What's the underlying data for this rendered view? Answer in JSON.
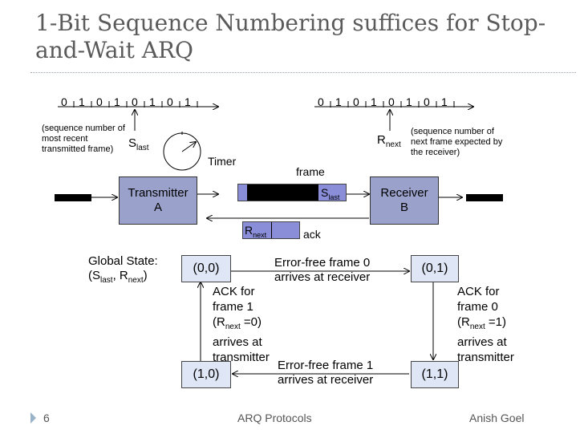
{
  "slide": {
    "title": "1-Bit Sequence Numbering suffices for Stop-and-Wait ARQ",
    "page_number": "6",
    "footer_center": "ARQ Protocols",
    "footer_right": "Anish Goel"
  },
  "top": {
    "left_sequence": [
      "0",
      "1",
      "0",
      "1",
      "0",
      "1",
      "0",
      "1"
    ],
    "right_sequence": [
      "0",
      "1",
      "0",
      "1",
      "0",
      "1",
      "0",
      "1"
    ],
    "left_note": "(sequence number of most recent transmitted frame)",
    "right_note": "(sequence number of next frame expected by the receiver)",
    "s_main": "S",
    "s_sub": "last",
    "r_main": "R",
    "r_sub": "next",
    "timer_label": "Timer",
    "frame_label": "frame",
    "ack_label": "ack",
    "transmitter_line1": "Transmitter",
    "transmitter_line2": "A",
    "receiver_line1": "Receiver",
    "receiver_line2": "B"
  },
  "state_diagram": {
    "global_state_line1": "Global State:",
    "global_state_open": "(S",
    "global_state_sub1": "last",
    "global_state_mid": ", R",
    "global_state_sub2": "next",
    "global_state_close": ")",
    "states": [
      "(0,0)",
      "(0,1)",
      "(1,0)",
      "(1,1)"
    ],
    "top_edge_line1": "Error-free frame 0",
    "top_edge_line2": "arrives at receiver",
    "bottom_edge_line1": "Error-free frame 1",
    "bottom_edge_line2": "arrives at receiver",
    "left_edge": {
      "line1": "ACK for",
      "line2": "frame 1",
      "line3_open": "(R",
      "line3_sub": "next",
      "line3_close": " =0)",
      "line4": "arrives at",
      "line5": "transmitter"
    },
    "right_edge": {
      "line1": "ACK for",
      "line2": "frame 0",
      "line3_open": "(R",
      "line3_sub": "next",
      "line3_close": " =1)",
      "line4": "arrives at",
      "line5": "transmitter"
    }
  },
  "colors": {
    "box_fill": "#9aa2cc",
    "state_fill": "#dfe6f6",
    "frame_bar": "#000000",
    "frame_accent": "#8a8ed8",
    "bullet": "#9bb3c8"
  }
}
